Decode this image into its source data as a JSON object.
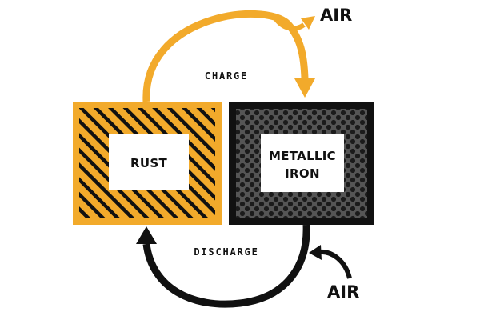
{
  "colors": {
    "orange": "#f2aa2b",
    "black": "#111111",
    "dark_fill": "#555555",
    "white": "#ffffff"
  },
  "boxes": {
    "rust": {
      "label": "RUST",
      "pattern": "diagonal-hatch"
    },
    "iron": {
      "label_line1": "METALLIC",
      "label_line2": "IRON",
      "pattern": "dots"
    }
  },
  "flows": {
    "charge": {
      "label": "CHARGE",
      "from": "rust",
      "to": "iron",
      "byproduct": "AIR"
    },
    "discharge": {
      "label": "DISCHARGE",
      "from": "iron",
      "to": "rust",
      "input": "AIR"
    }
  }
}
